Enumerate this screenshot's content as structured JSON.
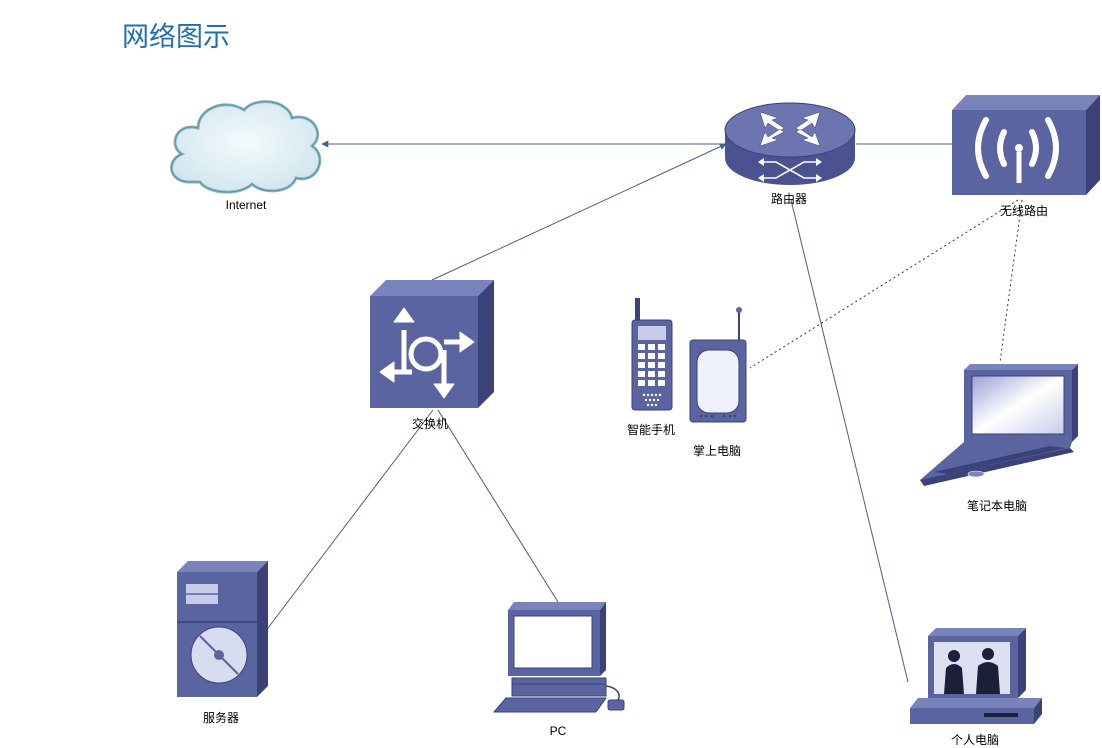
{
  "title": "网络图示",
  "nodes": {
    "internet": {
      "label": "Internet",
      "icon": "cloud-icon"
    },
    "router": {
      "label": "路由器",
      "icon": "router-icon"
    },
    "wireless_router": {
      "label": "无线路由",
      "icon": "wireless-router-icon"
    },
    "switch": {
      "label": "交换机",
      "icon": "switch-icon"
    },
    "smartphone": {
      "label": "智能手机",
      "icon": "smartphone-icon"
    },
    "pda": {
      "label": "掌上电脑",
      "icon": "pda-icon"
    },
    "laptop": {
      "label": "笔记本电脑",
      "icon": "laptop-icon"
    },
    "server": {
      "label": "服务器",
      "icon": "server-icon"
    },
    "pc": {
      "label": "PC",
      "icon": "pc-icon"
    },
    "personal_computer": {
      "label": "个人电脑",
      "icon": "personal-computer-icon"
    }
  },
  "colors": {
    "device_face": "#5a64a0",
    "device_dark": "#3a4278",
    "device_light": "#7a84bc",
    "link": "#4a5e86",
    "cloud": "#dfeef4",
    "title": "#1f6fb2"
  }
}
